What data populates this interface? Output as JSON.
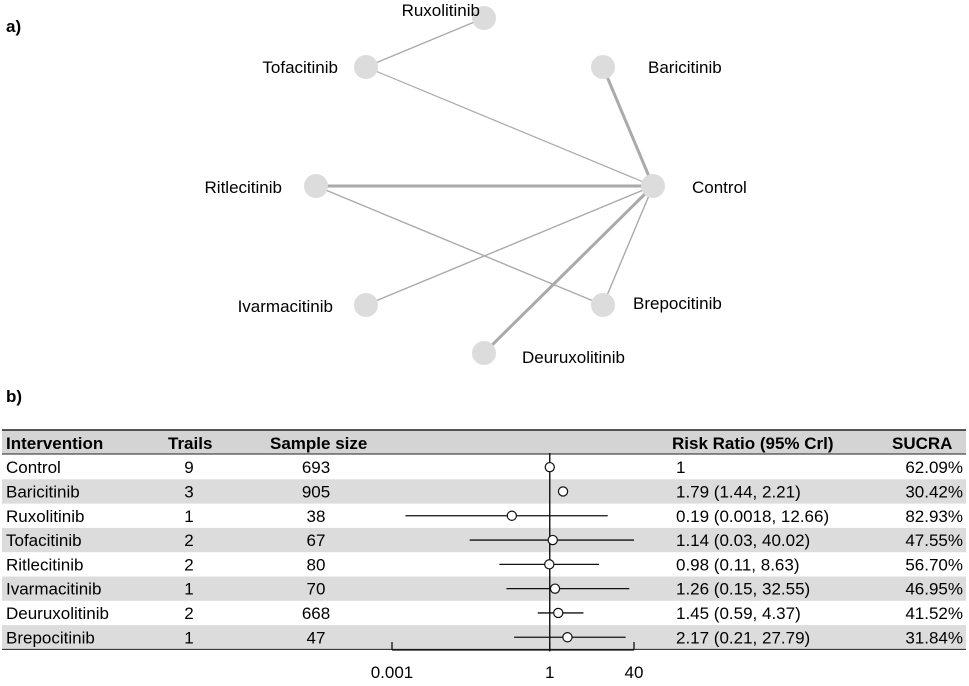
{
  "panels": {
    "a": "a)",
    "b": "b)"
  },
  "chart_data": [
    {
      "type": "network",
      "nodes": [
        {
          "name": "Ruxolitinib"
        },
        {
          "name": "Tofacitinib"
        },
        {
          "name": "Baricitinib"
        },
        {
          "name": "Ritlecitinib"
        },
        {
          "name": "Control"
        },
        {
          "name": "Ivarmacitinib"
        },
        {
          "name": "Brepocitinib"
        },
        {
          "name": "Deuruxolitinib"
        }
      ],
      "edges": [
        {
          "from": "Tofacitinib",
          "to": "Ruxolitinib"
        },
        {
          "from": "Tofacitinib",
          "to": "Control"
        },
        {
          "from": "Baricitinib",
          "to": "Control"
        },
        {
          "from": "Ritlecitinib",
          "to": "Control"
        },
        {
          "from": "Ritlecitinib",
          "to": "Brepocitinib"
        },
        {
          "from": "Ivarmacitinib",
          "to": "Control"
        },
        {
          "from": "Brepocitinib",
          "to": "Control"
        },
        {
          "from": "Deuruxolitinib",
          "to": "Control"
        }
      ]
    },
    {
      "type": "forest",
      "headers": {
        "intervention": "Intervention",
        "trails": "Trails",
        "sample": "Sample size",
        "rr": "Risk Ratio (95% Crl)",
        "sucra": "SUCRA"
      },
      "axis": {
        "scale": "log",
        "ticks": [
          "0.001",
          "1",
          "40"
        ],
        "tick_values": [
          0.001,
          1,
          40
        ],
        "xlim": [
          0.001,
          40
        ]
      },
      "reference_line": 1,
      "rows": [
        {
          "intervention": "Control",
          "trails": "9",
          "sample": "693",
          "rr_text": "1",
          "sucra": "62.09%",
          "est": 1,
          "lo": null,
          "hi": null
        },
        {
          "intervention": "Baricitinib",
          "trails": "3",
          "sample": "905",
          "rr_text": "1.79 (1.44, 2.21)",
          "sucra": "30.42%",
          "est": 1.79,
          "lo": 1.44,
          "hi": 2.21
        },
        {
          "intervention": "Ruxolitinib",
          "trails": "1",
          "sample": "38",
          "rr_text": "0.19 (0.0018, 12.66)",
          "sucra": "82.93%",
          "est": 0.19,
          "lo": 0.0018,
          "hi": 12.66
        },
        {
          "intervention": "Tofacitinib",
          "trails": "2",
          "sample": "67",
          "rr_text": "1.14 (0.03, 40.02)",
          "sucra": "47.55%",
          "est": 1.14,
          "lo": 0.03,
          "hi": 40.02
        },
        {
          "intervention": "Ritlecitinib",
          "trails": "2",
          "sample": "80",
          "rr_text": "0.98 (0.11, 8.63)",
          "sucra": "56.70%",
          "est": 0.98,
          "lo": 0.11,
          "hi": 8.63
        },
        {
          "intervention": "Ivarmacitinib",
          "trails": "1",
          "sample": "70",
          "rr_text": "1.26 (0.15,  32.55)",
          "sucra": "46.95%",
          "est": 1.26,
          "lo": 0.15,
          "hi": 32.55
        },
        {
          "intervention": "Deuruxolitinib",
          "trails": "2",
          "sample": "668",
          "rr_text": "1.45 (0.59, 4.37)",
          "sucra": "41.52%",
          "est": 1.45,
          "lo": 0.59,
          "hi": 4.37
        },
        {
          "intervention": "Brepocitinib",
          "trails": "1",
          "sample": "47",
          "rr_text": "2.17 (0.21,  27.79)",
          "sucra": "31.84%",
          "est": 2.17,
          "lo": 0.21,
          "hi": 27.79
        }
      ]
    }
  ]
}
